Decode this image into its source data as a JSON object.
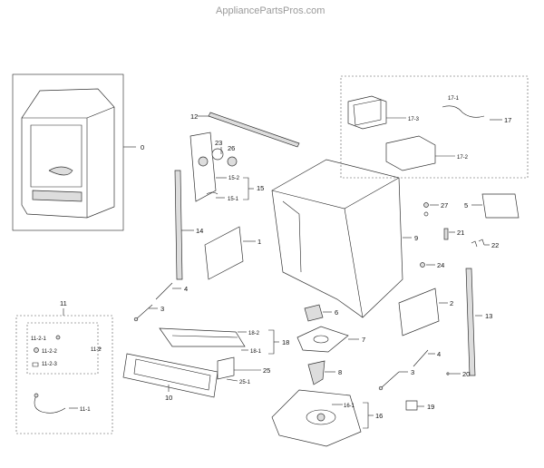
{
  "watermark": "AppliancePartsPros.com",
  "labels": {
    "l0": "0",
    "l1": "1",
    "l2": "2",
    "l3a": "3",
    "l3b": "3",
    "l4a": "4",
    "l4b": "4",
    "l5": "5",
    "l6": "6",
    "l7": "7",
    "l8": "8",
    "l9": "9",
    "l10": "10",
    "l11": "11",
    "l11_1": "11-1",
    "l11_2": "11-2",
    "l11_2_1": "11-2-1",
    "l11_2_2": "11-2-2",
    "l11_2_3": "11-2-3",
    "l12": "12",
    "l13": "13",
    "l14": "14",
    "l15": "15",
    "l15_1": "15-1",
    "l15_2": "15-2",
    "l16": "16",
    "l16_1": "16-1",
    "l17": "17",
    "l17_1": "17-1",
    "l17_2": "17-2",
    "l17_3": "17-3",
    "l18": "18",
    "l18_1": "18-1",
    "l18_2": "18-2",
    "l19": "19",
    "l20": "20",
    "l21": "21",
    "l22": "22",
    "l23": "23",
    "l24": "24",
    "l25": "25",
    "l25_1": "25-1",
    "l26": "26",
    "l27": "27"
  }
}
